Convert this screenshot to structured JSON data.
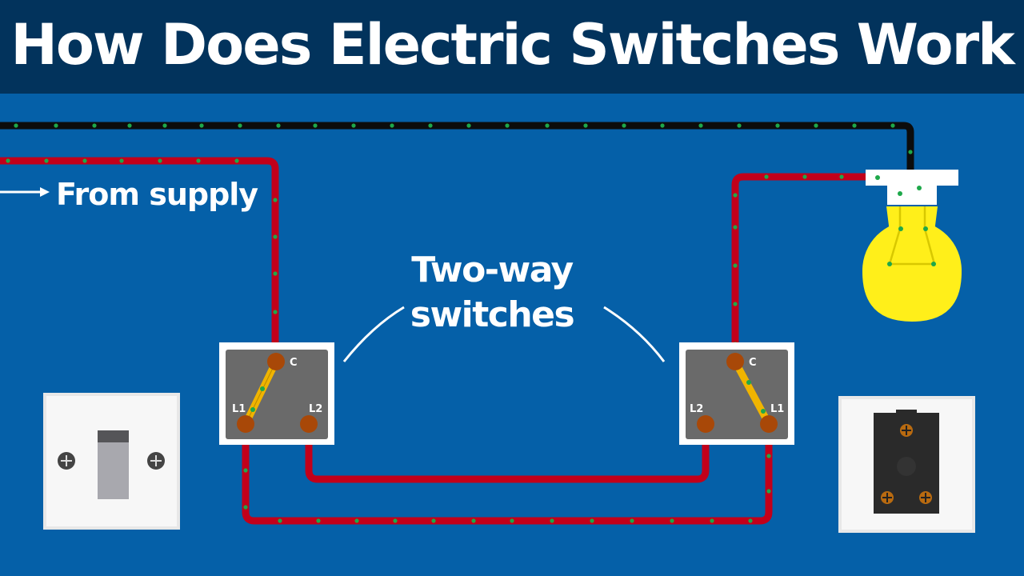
{
  "title": "How Does Electric Switches Work",
  "labels": {
    "from_supply": "From supply",
    "two_way_line1": "Two-way",
    "two_way_line2": "switches"
  },
  "left_switch": {
    "common": "C",
    "l1": "L1",
    "l2": "L2"
  },
  "right_switch": {
    "common": "C",
    "l1": "L1",
    "l2": "L2"
  },
  "colors": {
    "background": "#0560a8",
    "title_bar": "#02335c",
    "live_wire": "#c2001a",
    "neutral_wire": "#0c0c0c",
    "current_dots": "#1ea84a",
    "lever": "#f0b400",
    "terminal": "#a84808",
    "bulb": "#ffef1a",
    "switch_body": "#6a6a6a"
  },
  "icons": [
    "arrow-right-icon",
    "light-bulb-icon",
    "wall-switch-icon",
    "screw-icon"
  ]
}
